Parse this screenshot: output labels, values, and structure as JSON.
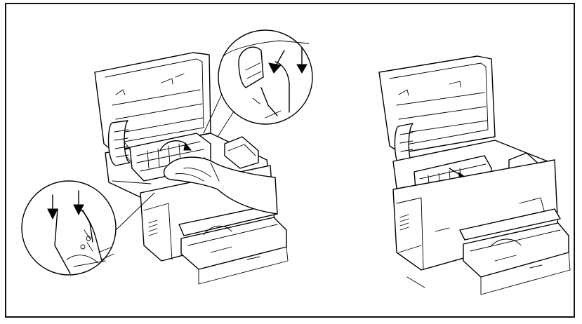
{
  "figure": {
    "panels": [
      {
        "name": "left",
        "detail_callouts": 2,
        "arrows_in_callouts": 4
      },
      {
        "name": "right",
        "detail_callouts": 0
      }
    ],
    "colors": {
      "ink": "#000000",
      "paper": "#ffffff",
      "frame": "#111111"
    },
    "icons": [
      "printer-illustration",
      "hand-illustration",
      "arrow-down-icon",
      "curved-arrow-icon",
      "magnifier-callout"
    ]
  }
}
